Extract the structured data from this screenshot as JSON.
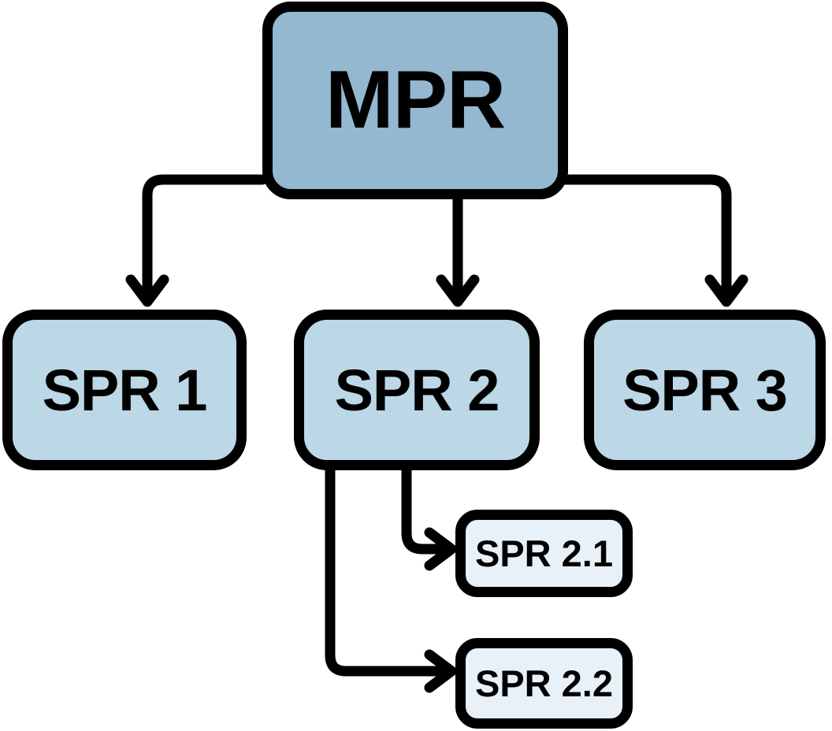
{
  "diagram": {
    "background_color": "#ffffff",
    "connector_color": "#000000",
    "border_color": "#000000",
    "text_color": "#000000",
    "nodes": {
      "mpr": {
        "label": "MPR",
        "fill": "#93b8d0",
        "level": "root"
      },
      "spr1": {
        "label": "SPR 1",
        "fill": "#bcd7e5",
        "level": "child"
      },
      "spr2": {
        "label": "SPR 2",
        "fill": "#bcd7e5",
        "level": "child"
      },
      "spr3": {
        "label": "SPR 3",
        "fill": "#bcd7e5",
        "level": "child"
      },
      "spr2_1": {
        "label": "SPR 2.1",
        "fill": "#e8f1f7",
        "level": "grandchild"
      },
      "spr2_2": {
        "label": "SPR 2.2",
        "fill": "#e8f1f7",
        "level": "grandchild"
      }
    },
    "edges": [
      {
        "from": "MPR",
        "to": "SPR 1"
      },
      {
        "from": "MPR",
        "to": "SPR 2"
      },
      {
        "from": "MPR",
        "to": "SPR 3"
      },
      {
        "from": "SPR 2",
        "to": "SPR 2.1"
      },
      {
        "from": "SPR 2",
        "to": "SPR 2.2"
      }
    ]
  }
}
